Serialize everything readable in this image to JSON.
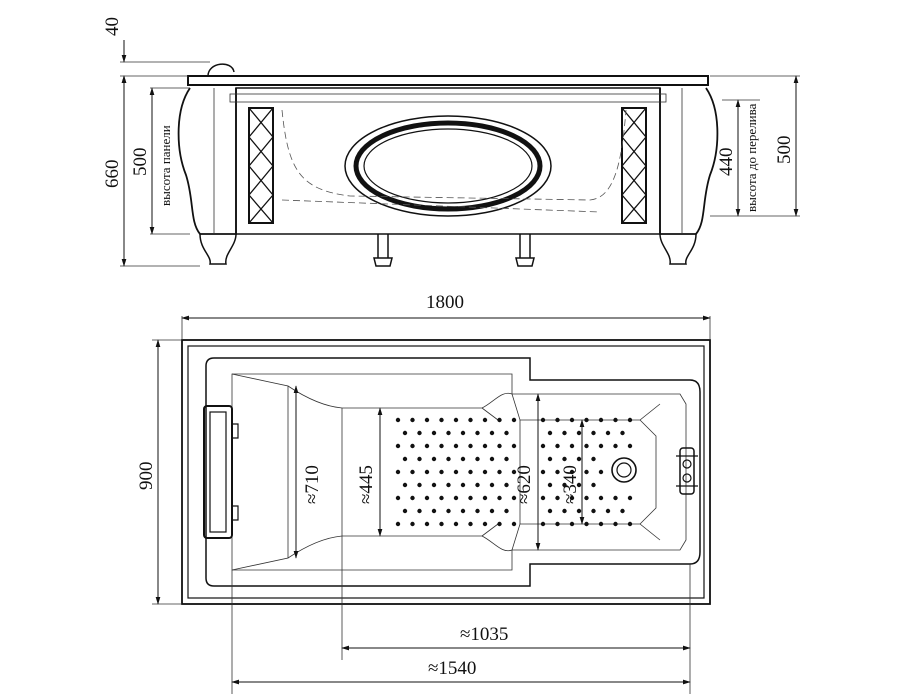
{
  "front_view": {
    "dim_top_gap": "40",
    "dim_total_height": "660",
    "dim_panel_height": "500",
    "label_panel_height": "высота панели",
    "dim_overflow_height": "440",
    "label_overflow_height": "высота до перелива",
    "dim_right_height": "500"
  },
  "top_view": {
    "dim_length": "1800",
    "dim_width": "900",
    "dim_inner_710": "≈710",
    "dim_inner_445": "≈445",
    "dim_inner_620": "≈620",
    "dim_inner_340": "≈340",
    "dim_len_1035": "≈1035",
    "dim_len_1540": "≈1540"
  },
  "colors": {
    "line": "#111111",
    "background": "#ffffff"
  }
}
